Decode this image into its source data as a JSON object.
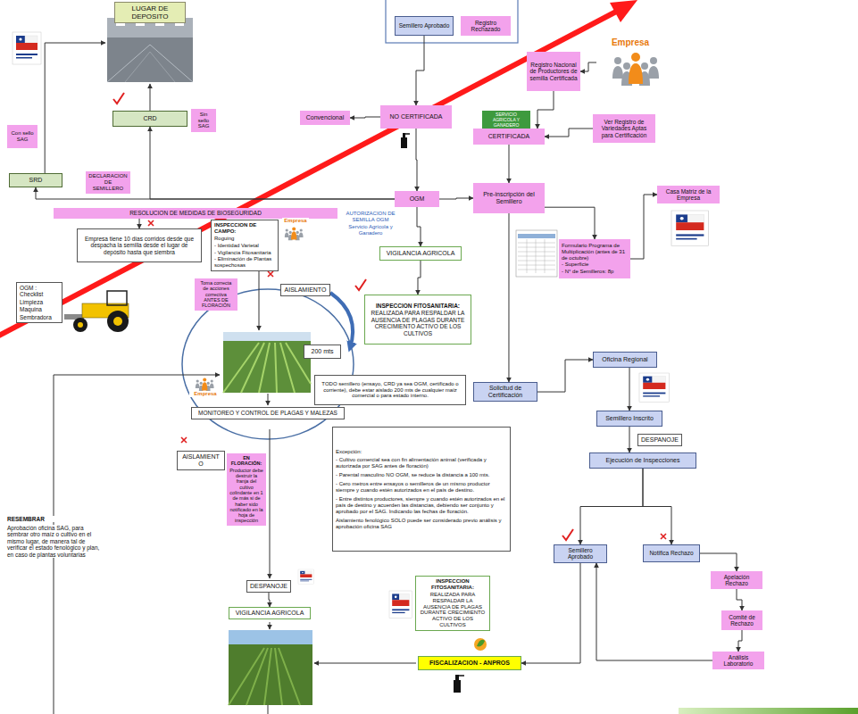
{
  "diagram": {
    "nodes": [
      {
        "text": [
          "LUGAR DE DEPOSITO"
        ]
      },
      {
        "text": [
          "Semillero Aprobado"
        ]
      },
      {
        "text": [
          "Registro Rechazado"
        ]
      },
      {
        "text": [
          "Empresa"
        ]
      },
      {
        "text": [
          "Registro Nacional de Productores de semilla Certificada"
        ]
      },
      {
        "text": [
          "CRD"
        ]
      },
      {
        "text": [
          "Sin sello SAG"
        ]
      },
      {
        "text": [
          "Convencional"
        ]
      },
      {
        "text": [
          "NO CERTIFICADA"
        ]
      },
      {
        "text": [
          "SERVICIO AGRICOLA Y GANADERO"
        ]
      },
      {
        "text": [
          "Ver Registro de Variedades Aptas para Certificación"
        ]
      },
      {
        "text": [
          "Con sello SAG"
        ]
      },
      {
        "text": [
          "CERTIFICADA"
        ]
      },
      {
        "text": [
          "SRD"
        ]
      },
      {
        "text": [
          "DECLARACION DE SEMILLERO"
        ]
      },
      {
        "text": [
          "OGM"
        ]
      },
      {
        "text": [
          "Pre-inscripción del Semillero"
        ]
      },
      {
        "text": [
          "Casa Matriz de la Empresa"
        ]
      },
      {
        "text": [
          "RESOLUCION DE MEDIDAS DE BIOSEGURIDAD"
        ]
      },
      {
        "text": [
          "AUTORIZACION DE SEMILLA OGM",
          "Servicio Agrícola y Ganadero"
        ]
      },
      {
        "text": [
          "INSPECCION DE CAMPO:",
          "Roguing",
          "- Identidad Varietal",
          "- Vigilancia Fitosanitaria",
          "- Eliminación de Plantas sospechosas"
        ]
      },
      {
        "text": [
          "Empresa tiene 10 días corridos desde que despacha la semilla desde el lugar de depósito hasta que siembra"
        ]
      },
      {
        "text": [
          "Formulario Programa de Multiplicación (antes de 31 de octubre)",
          "- Superficie",
          "- N° de Semilleros: 8p"
        ]
      },
      {
        "text": [
          "VIGILANCIA AGRICOLA"
        ]
      },
      {
        "text": [
          "OGM : Checklist",
          "Limpieza",
          "Maquina",
          "Sembradora"
        ]
      },
      {
        "text": [
          "Toma correcta de acciones correctiva ANTES DE FLORACIÓN"
        ]
      },
      {
        "text": [
          "AISLAMIENTO"
        ]
      },
      {
        "text": [
          "INSPECCION FITOSANITARIA:",
          "REALIZADA PARA RESPALDAR LA AUSENCIA DE PLAGAS DURANTE CRECIMIENTO ACTIVO DE LOS CULTIVOS"
        ]
      },
      {
        "text": [
          "200 mts"
        ]
      },
      {
        "text": [
          "Oficina Regional"
        ]
      },
      {
        "text": [
          "TODO semillero (ensayo, CRD ya sea OGM, certificado o corriente), debe estar aislado 200 mts de cualquier maíz comercial o para estado interno."
        ]
      },
      {
        "text": [
          "Solicitud de Certificación"
        ]
      },
      {
        "text": [
          "MONITOREO Y CONTROL DE PLAGAS Y MALEZAS"
        ]
      },
      {
        "text": [
          "Semillero Inscrito"
        ]
      },
      {
        "text": [
          "Excepción:",
          "- Cultivo comercial sea con fin alimentación animal (verificada y autorizada por SAG antes de floración)",
          "- Parental masculino NO OGM, se reduce la distancia a 100 mts.",
          "- Cero metros entre ensayos o semilleros de un mismo productor siempre y cuando estén autorizados en el país de destino.",
          "- Entre distintos productores, siempre y cuando estén autorizados en el país de destino y acuerden las distancias, debiendo ser conjunto y aprobado por el SAG. Indicando las fechas de floración.",
          "Aislamiento fenológico SOLO puede ser considerado previo análisis y aprobación oficina SAG"
        ]
      },
      {
        "text": [
          "DESPANOJE"
        ]
      },
      {
        "text": [
          "AISLAMIENTO"
        ]
      },
      {
        "text": [
          "Ejecución de Inspecciones"
        ]
      },
      {
        "text": [
          "EN FLORACIÓN:",
          "Productor debe destruir la franja del cultivo colindante en 1 de más si de haber sido notificado en la hoja de inspección"
        ]
      },
      {
        "text": [
          "Semillero Aprobado"
        ]
      },
      {
        "text": [
          "Notifica Rechazo"
        ]
      },
      {
        "text": [
          "Apelación Rechazo"
        ]
      },
      {
        "text": [
          "DESPANOJE"
        ]
      },
      {
        "text": [
          "INSPECCION FITOSANITARIA:",
          "REALIZADA PARA RESPALDAR LA AUSENCIA DE PLAGAS DURANTE CRECIMIENTO ACTIVO DE LOS CULTIVOS"
        ]
      },
      {
        "text": [
          "Comité de Rechazo"
        ]
      },
      {
        "text": [
          "VIGILANCIA AGRICOLA"
        ]
      },
      {
        "text": [
          "Análisis Laboratorio"
        ]
      },
      {
        "text": [
          "FISCALIZACION - ANPROS"
        ]
      }
    ],
    "edges": [
      {
        "from": 5,
        "to": 0,
        "arrow": "to"
      },
      {
        "from": 13,
        "to": 0,
        "arrow": "to"
      },
      {
        "from": 15,
        "to": 5,
        "arrow": "to"
      },
      {
        "from": 15,
        "to": 13,
        "arrow": "to"
      },
      {
        "from": 1,
        "to": 8,
        "arrow": "to"
      },
      {
        "from": 4,
        "to": 12,
        "arrow": "to"
      },
      {
        "from": 3,
        "to": 4,
        "arrow": "to"
      },
      {
        "from": 8,
        "to": 7,
        "arrow": "to"
      },
      {
        "from": 8,
        "to": 15,
        "arrow": "to"
      },
      {
        "from": 10,
        "to": 12,
        "arrow": "to"
      },
      {
        "from": 15,
        "to": 16,
        "arrow": "to"
      },
      {
        "from": 12,
        "to": 16,
        "arrow": "to"
      },
      {
        "from": 16,
        "to": 22,
        "arrow": "to"
      },
      {
        "from": 22,
        "to": 17,
        "arrow": "to"
      },
      {
        "from": 16,
        "to": 31,
        "arrow": "to"
      },
      {
        "from": 31,
        "to": 29,
        "arrow": "to"
      },
      {
        "from": 29,
        "to": 33,
        "arrow": "to"
      },
      {
        "from": 33,
        "to": 37,
        "arrow": "to"
      },
      {
        "from": 37,
        "to": 39,
        "arrow": "to"
      },
      {
        "from": 37,
        "to": 40,
        "arrow": "to"
      },
      {
        "from": 40,
        "to": 41,
        "arrow": "to"
      },
      {
        "from": 41,
        "to": 44,
        "arrow": "to"
      },
      {
        "from": 44,
        "to": 46,
        "arrow": "to"
      },
      {
        "from": 46,
        "to": 39,
        "arrow": "to"
      },
      {
        "from": 39,
        "to": 47,
        "arrow": "to"
      },
      {
        "from": 15,
        "to": 23,
        "arrow": "to"
      },
      {
        "from": 23,
        "to": 27,
        "arrow": "to"
      },
      {
        "from": 42,
        "to": 45,
        "arrow": "to"
      },
      {
        "from": 18,
        "to": 21,
        "arrow": "to"
      }
    ],
    "labels": [
      "Empresa",
      "Empresa",
      "RESEMBRAR",
      "Aprobación oficina SAG, para sembrar otro maíz o cultivo en el mismo lugar, de manera tal de verificar el estado fenológico y plan, en caso de plantas voluntarias"
    ]
  }
}
